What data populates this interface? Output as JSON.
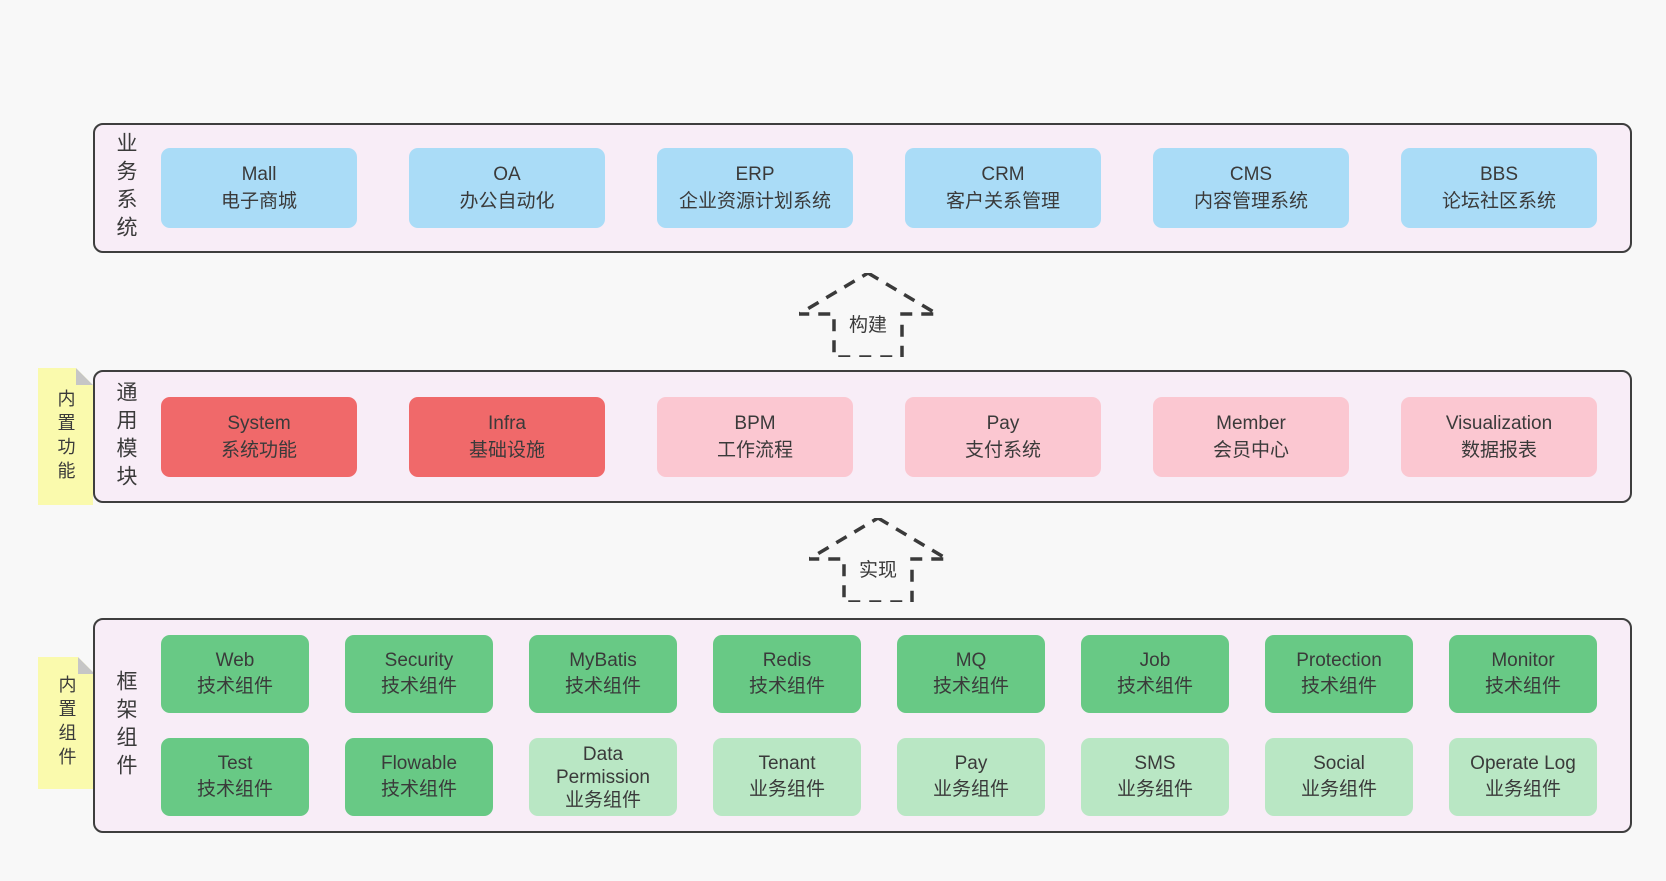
{
  "diagram": {
    "arrows": [
      {
        "label": "构建"
      },
      {
        "label": "实现"
      }
    ],
    "stickies": [
      {
        "label": "内置功能"
      },
      {
        "label": "内置组件"
      }
    ],
    "colors": {
      "page_bg": "#f8f8f8",
      "band_bg": "#f8edf7",
      "band_border": "#3e3e3e",
      "blue": "#aadcf7",
      "red": "#f0696a",
      "pink": "#fbc7d1",
      "green": "#68c985",
      "light_green": "#b9e7c4",
      "sticky_yellow": "#fafaad",
      "text": "#3a3a3a"
    },
    "bands": [
      {
        "label": "业务系统",
        "rows": [
          [
            {
              "en": "Mall",
              "zh": "电子商城",
              "color": "blue"
            },
            {
              "en": "OA",
              "zh": "办公自动化",
              "color": "blue"
            },
            {
              "en": "ERP",
              "zh": "企业资源计划系统",
              "color": "blue"
            },
            {
              "en": "CRM",
              "zh": "客户关系管理",
              "color": "blue"
            },
            {
              "en": "CMS",
              "zh": "内容管理系统",
              "color": "blue"
            },
            {
              "en": "BBS",
              "zh": "论坛社区系统",
              "color": "blue"
            }
          ]
        ]
      },
      {
        "label": "通用模块",
        "sticky": "内置功能",
        "rows": [
          [
            {
              "en": "System",
              "zh": "系统功能",
              "color": "red"
            },
            {
              "en": "Infra",
              "zh": "基础设施",
              "color": "red"
            },
            {
              "en": "BPM",
              "zh": "工作流程",
              "color": "pink"
            },
            {
              "en": "Pay",
              "zh": "支付系统",
              "color": "pink"
            },
            {
              "en": "Member",
              "zh": "会员中心",
              "color": "pink"
            },
            {
              "en": "Visualization",
              "zh": "数据报表",
              "color": "pink"
            }
          ]
        ]
      },
      {
        "label": "框架组件",
        "sticky": "内置组件",
        "rows": [
          [
            {
              "en": "Web",
              "zh": "技术组件",
              "color": "green"
            },
            {
              "en": "Security",
              "zh": "技术组件",
              "color": "green"
            },
            {
              "en": "MyBatis",
              "zh": "技术组件",
              "color": "green"
            },
            {
              "en": "Redis",
              "zh": "技术组件",
              "color": "green"
            },
            {
              "en": "MQ",
              "zh": "技术组件",
              "color": "green"
            },
            {
              "en": "Job",
              "zh": "技术组件",
              "color": "green"
            },
            {
              "en": "Protection",
              "zh": "技术组件",
              "color": "green"
            },
            {
              "en": "Monitor",
              "zh": "技术组件",
              "color": "green"
            }
          ],
          [
            {
              "en": "Test",
              "zh": "技术组件",
              "color": "green"
            },
            {
              "en": "Flowable",
              "zh": "技术组件",
              "color": "green"
            },
            {
              "en": "Data Permission",
              "zh": "业务组件",
              "color": "light_green"
            },
            {
              "en": "Tenant",
              "zh": "业务组件",
              "color": "light_green"
            },
            {
              "en": "Pay",
              "zh": "业务组件",
              "color": "light_green"
            },
            {
              "en": "SMS",
              "zh": "业务组件",
              "color": "light_green"
            },
            {
              "en": "Social",
              "zh": "业务组件",
              "color": "light_green"
            },
            {
              "en": "Operate Log",
              "zh": "业务组件",
              "color": "light_green"
            }
          ]
        ]
      }
    ]
  }
}
